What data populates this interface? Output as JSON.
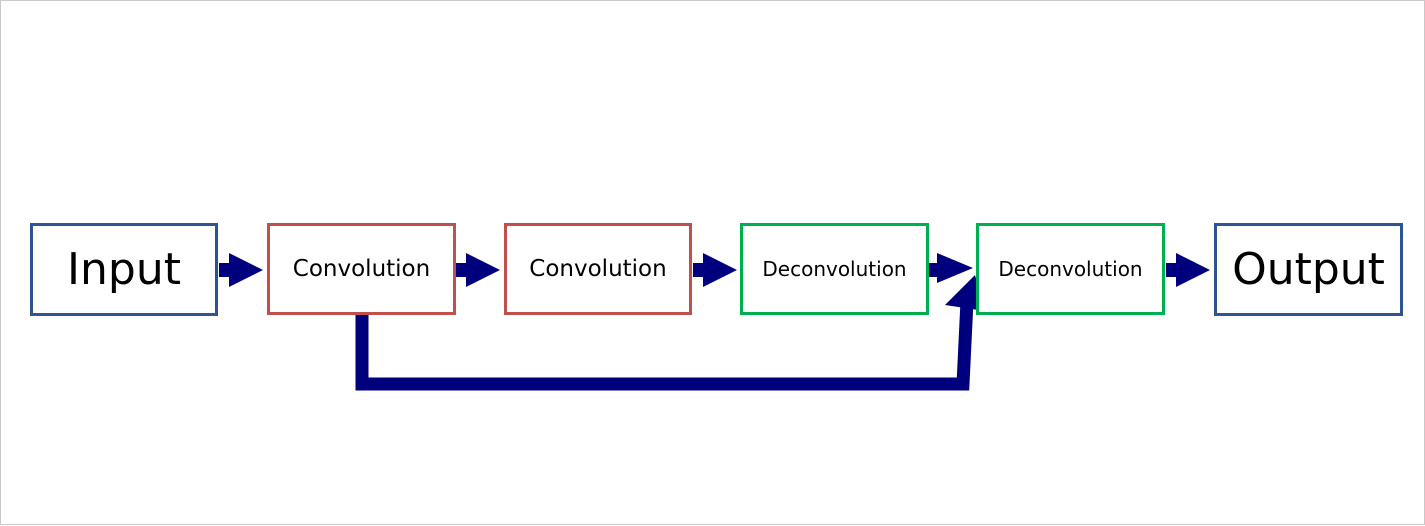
{
  "diagram": {
    "nodes": [
      {
        "id": "input",
        "label": "Input",
        "border_color": "#2e5590"
      },
      {
        "id": "conv1",
        "label": "Convolution",
        "border_color": "#c0504d"
      },
      {
        "id": "conv2",
        "label": "Convolution",
        "border_color": "#c0504d"
      },
      {
        "id": "deconv1",
        "label": "Deconvolution",
        "border_color": "#00b050"
      },
      {
        "id": "deconv2",
        "label": "Deconvolution",
        "border_color": "#00b050"
      },
      {
        "id": "output",
        "label": "Output",
        "border_color": "#2e5590"
      }
    ],
    "edges": [
      {
        "from": "input",
        "to": "conv1"
      },
      {
        "from": "conv1",
        "to": "conv2"
      },
      {
        "from": "conv2",
        "to": "deconv1"
      },
      {
        "from": "deconv1",
        "to": "deconv2"
      },
      {
        "from": "deconv2",
        "to": "output"
      },
      {
        "from": "conv1",
        "to": "deconv2",
        "type": "skip-connection"
      }
    ],
    "arrow_color": "#00007f",
    "frame_color": "#c8c8c8",
    "background": "#ffffff"
  }
}
